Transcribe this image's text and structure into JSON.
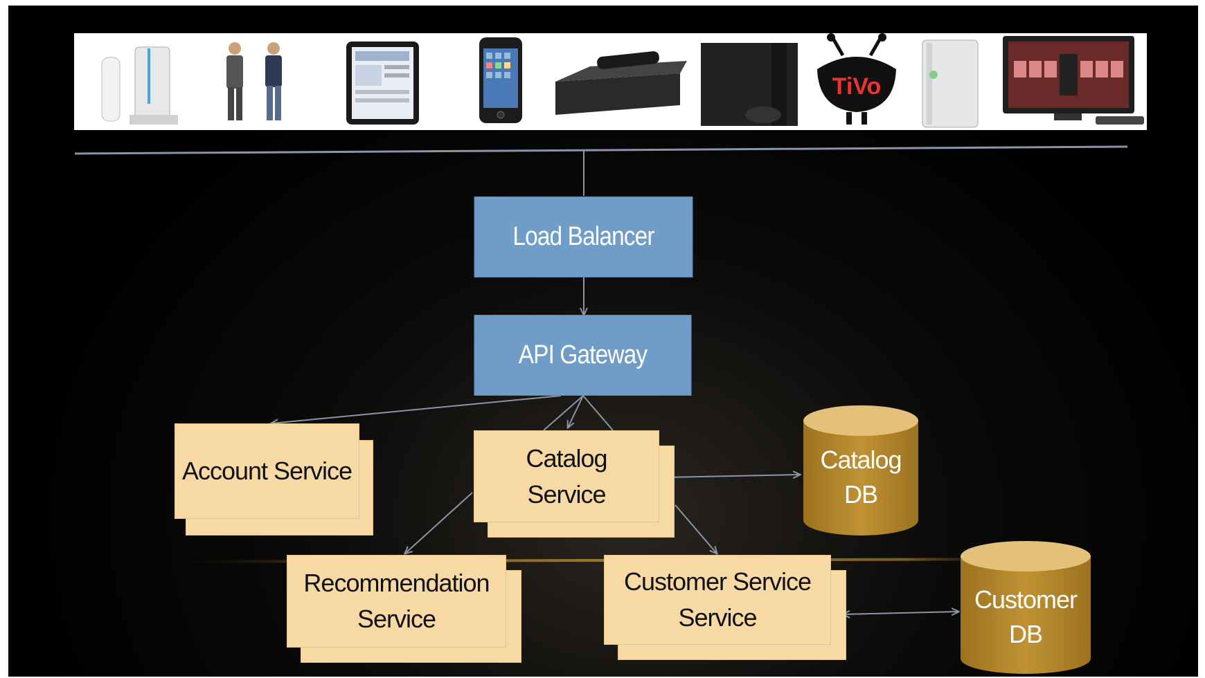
{
  "devices": [
    {
      "name": "wii-console-icon"
    },
    {
      "name": "people-icon"
    },
    {
      "name": "tablet-icon"
    },
    {
      "name": "smartphone-icon"
    },
    {
      "name": "set-top-box-icon"
    },
    {
      "name": "game-console-icon"
    },
    {
      "name": "tivo-icon",
      "text": "TiVo"
    },
    {
      "name": "xbox-console-icon"
    },
    {
      "name": "smart-tv-icon"
    }
  ],
  "nodes": {
    "load_balancer": "Load Balancer",
    "api_gateway": "API Gateway",
    "account_service": "Account Service",
    "catalog_service": {
      "line1": "Catalog",
      "line2": "Service"
    },
    "recommendation_service": {
      "line1": "Recommendation",
      "line2": "Service"
    },
    "customer_service": {
      "line1": "Customer Service",
      "line2": "Service"
    },
    "catalog_db": {
      "line1": "Catalog",
      "line2": "DB"
    },
    "customer_db": {
      "line1": "Customer",
      "line2": "DB"
    }
  },
  "colors": {
    "gateway_blue": "#6f9dc7",
    "service_tan": "#f7d9a3",
    "db_gold": "#b98a2b",
    "connector": "#8a95a8",
    "divider_gold": "#8a6a22"
  }
}
